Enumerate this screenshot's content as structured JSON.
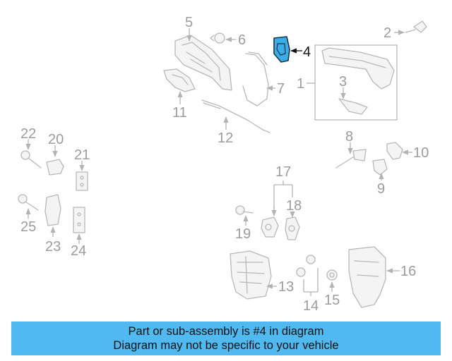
{
  "diagram": {
    "callouts": [
      "1",
      "2",
      "3",
      "4",
      "5",
      "6",
      "7",
      "8",
      "9",
      "10",
      "11",
      "12",
      "13",
      "14",
      "15",
      "16",
      "17",
      "18",
      "19",
      "20",
      "21",
      "22",
      "23",
      "24",
      "25"
    ],
    "highlighted_callout": "4",
    "highlight_color": "#3aaee8",
    "part_color": "#b8b8b8"
  },
  "banner": {
    "line1": "Part or sub-assembly is #4 in diagram",
    "line2": "Diagram may not be specific to your vehicle",
    "background": "#4fb9f0"
  }
}
